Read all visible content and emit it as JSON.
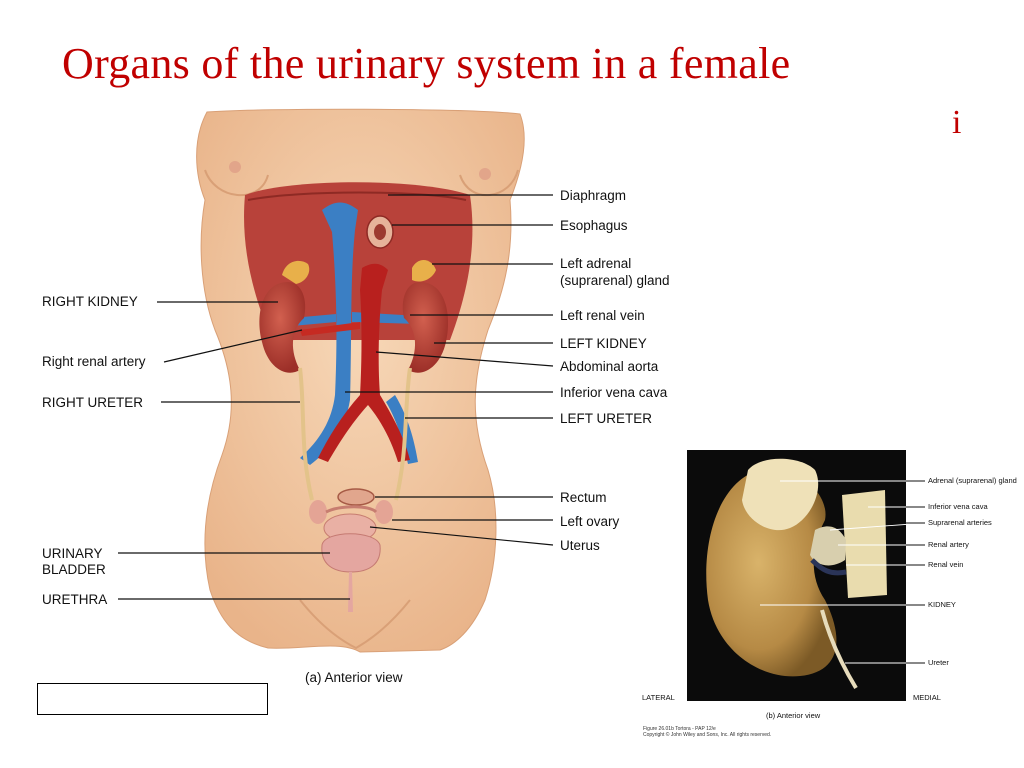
{
  "slide": {
    "title": "Organs of the urinary system in a female",
    "corner_mark": "i"
  },
  "figure_a": {
    "caption": "(a) Anterior view",
    "labels_left": {
      "right_kidney": "RIGHT KIDNEY",
      "right_renal_artery": "Right renal artery",
      "right_ureter": "RIGHT URETER",
      "urinary_bladder_1": "URINARY",
      "urinary_bladder_2": "BLADDER",
      "urethra": "URETHRA"
    },
    "labels_right": {
      "diaphragm": "Diaphragm",
      "esophagus": "Esophagus",
      "left_adrenal_1": "Left adrenal",
      "left_adrenal_2": "(suprarenal) gland",
      "left_renal_vein": "Left renal vein",
      "left_kidney": "LEFT KIDNEY",
      "abdominal_aorta": "Abdominal aorta",
      "inferior_vena_cava": "Inferior vena cava",
      "left_ureter": "LEFT URETER",
      "rectum": "Rectum",
      "left_ovary": "Left ovary",
      "uterus": "Uterus"
    }
  },
  "figure_b": {
    "caption": "(b) Anterior view",
    "lateral": "LATERAL",
    "medial": "MEDIAL",
    "labels": {
      "adrenal": "Adrenal (suprarenal) gland",
      "ivc": "Inferior vena cava",
      "suprarenal_arteries": "Suprarenal arteries",
      "renal_artery": "Renal artery",
      "renal_vein": "Renal vein",
      "kidney": "KIDNEY",
      "ureter": "Ureter"
    },
    "credit_1": "Figure 26.01b  Tortora - PAP 12/e",
    "credit_2": "Copyright © John Wiley and Sons, Inc. All rights reserved."
  },
  "colors": {
    "title": "#c00000",
    "skin": "#f2c9a2",
    "vein": "#3b7fc4",
    "artery": "#b8201e",
    "kidney": "#b8423a"
  }
}
